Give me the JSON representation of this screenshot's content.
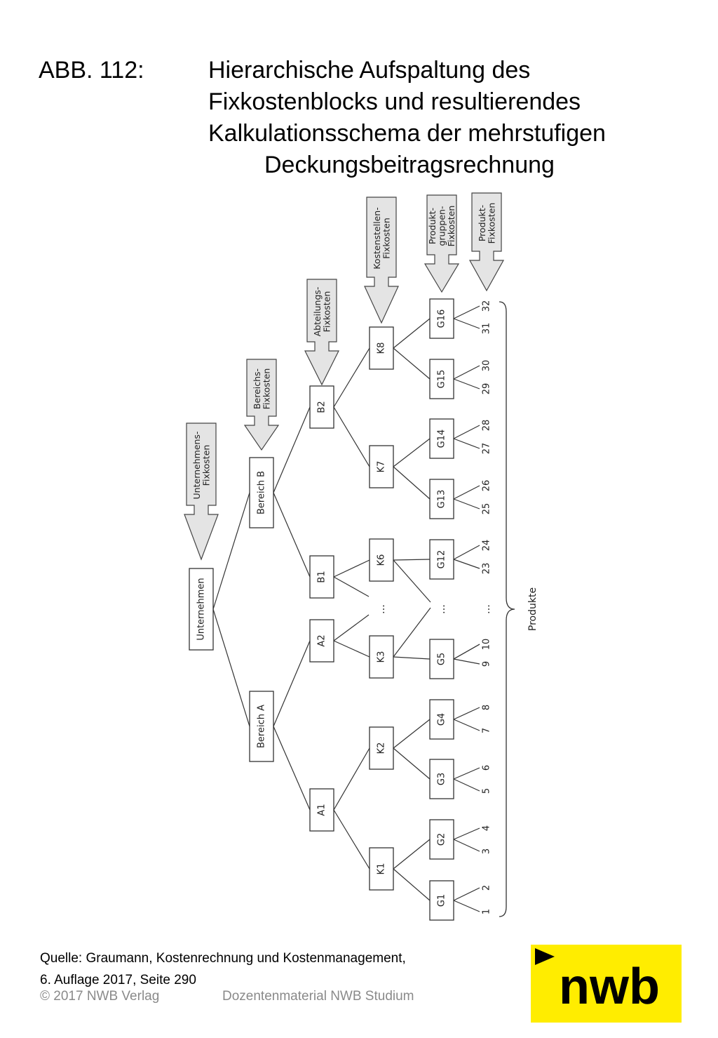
{
  "figure": {
    "label": "ABB. 112:",
    "title_lines": [
      "Hierarchische Aufspaltung des",
      "Fixkostenblocks und resultierendes",
      "Kalkulationsschema der mehrstufigen",
      "Deckungsbeitragsrechnung"
    ]
  },
  "diagram": {
    "nodes": {
      "root": "Unternehmen",
      "bereich_a": "Bereich A",
      "bereich_b": "Bereich B",
      "a1": "A1",
      "a2": "A2",
      "b1": "B1",
      "b2": "B2",
      "k1": "K1",
      "k2": "K2",
      "k3": "K3",
      "k6": "K6",
      "k7": "K7",
      "k8": "K8",
      "g1": "G1",
      "g2": "G2",
      "g3": "G3",
      "g4": "G4",
      "g5": "G5",
      "g12": "G12",
      "g13": "G13",
      "g14": "G14",
      "g15": "G15",
      "g16": "G16"
    },
    "products": [
      "1",
      "2",
      "3",
      "4",
      "5",
      "6",
      "7",
      "8",
      "9",
      "10",
      "23",
      "24",
      "25",
      "26",
      "27",
      "28",
      "29",
      "30",
      "31",
      "32"
    ],
    "ellipsis": "…",
    "products_label": "Produkte",
    "cost_arrows": [
      [
        "Unternehmens-",
        "Fixkosten"
      ],
      [
        "Bereichs-",
        "Fixkosten"
      ],
      [
        "Abteilungs-",
        "Fixkosten"
      ],
      [
        "Kostenstellen-",
        "Fixkosten"
      ],
      [
        "Produkt-",
        "gruppen-",
        "Fixkosten"
      ],
      [
        "Produkt-",
        "Fixkosten"
      ]
    ]
  },
  "source": {
    "line1": "Quelle: Graumann, Kostenrechnung und Kostenmanagement,",
    "line2": "6. Auflage 2017, Seite 290"
  },
  "footer": {
    "copyright": "© 2017 NWB Verlag",
    "material": "Dozentenmaterial NWB Studium"
  },
  "logo": {
    "text": "nwb",
    "color": "#ffed00"
  }
}
